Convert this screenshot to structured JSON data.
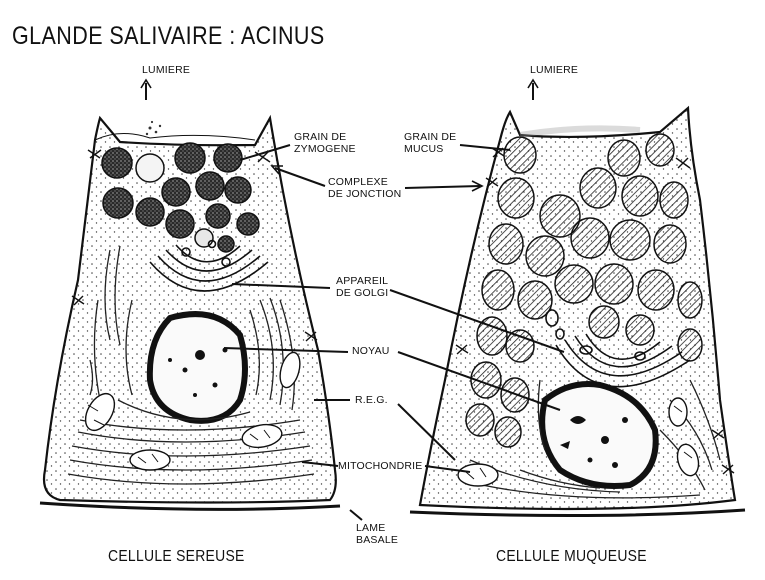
{
  "title": "GLANDE SALIVAIRE : ACINUS",
  "labels": {
    "lumiere_left": "LUMIERE",
    "lumiere_right": "LUMIERE",
    "grain_zymogene": "GRAIN DE\nZYMOGENE",
    "grain_mucus": "GRAIN DE\nMUCUS",
    "complexe_jonction": "COMPLEXE\nDE JONCTION",
    "appareil_golgi": "APPAREIL\nDE GOLGI",
    "noyau": "NOYAU",
    "reg": "R.E.G.",
    "mitochondrie": "MITOCHONDRIE",
    "lame_basale": "LAME\nBASALE"
  },
  "captions": {
    "left": "CELLULE SEREUSE",
    "right": "CELLULE MUQUEUSE"
  }
}
